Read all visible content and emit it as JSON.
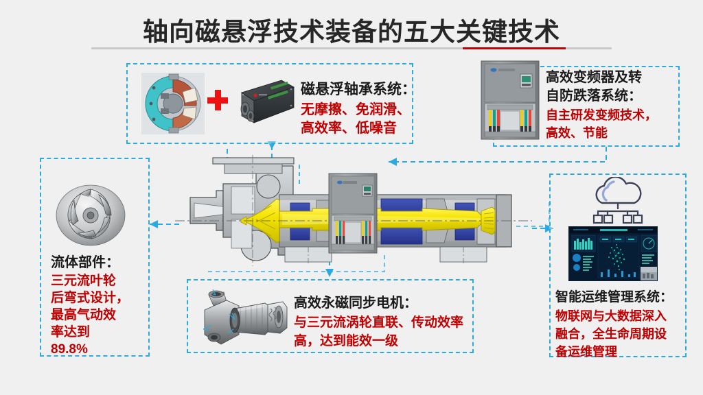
{
  "slide": {
    "title": "轴向磁悬浮技术装备的五大关键技术",
    "background_color": "#f0f0f0",
    "title_color": "#262626",
    "accent_color": "#c00000",
    "callout_border_color": "#29abe2",
    "connector_color": "#29abe2",
    "body_text_color": "#c00000",
    "heading_text_color": "#1a1a1a"
  },
  "callouts": [
    {
      "id": "magnetic-bearing-system",
      "heading": "磁悬浮轴承系统：",
      "body_lines": [
        "无摩擦、免润滑、",
        "高效率、低噪音"
      ],
      "images": [
        "magnetic-bearing-cross-section",
        "bearing-controller-unit"
      ],
      "separator_icon": "plus-icon"
    },
    {
      "id": "vfd-anti-drop-system",
      "heading_lines": [
        "高效变频器及转",
        "自防跌落系统："
      ],
      "body_lines": [
        "自主研发变频技术，",
        "高效、节能"
      ],
      "images": [
        "vfd-cabinet-photo"
      ]
    },
    {
      "id": "fluid-components",
      "heading": "流体部件：",
      "body_lines": [
        "三元流叶轮",
        "后弯式设计，",
        "最高气动效",
        "率达到",
        "89.8%"
      ],
      "images": [
        "impeller-3d-render"
      ],
      "value": "89.8%"
    },
    {
      "id": "pm-synchronous-motor",
      "heading": "高效永磁同步电机：",
      "body_lines": [
        "与三元流涡轮直联、传动效率",
        "高，达到能效一级"
      ],
      "images": [
        "motor-cutaway-render"
      ]
    },
    {
      "id": "smart-om-system",
      "heading": "智能运维管理系统：",
      "body_lines": [
        "物联网与大数据深入",
        "融合，全生命周期设",
        "备运维管理"
      ],
      "images": [
        "iot-cloud-icon",
        "monitoring-dashboard-screenshot"
      ]
    }
  ],
  "central_diagram": {
    "name": "axial-magnetic-levitation-compressor-cross-section",
    "parts": {
      "rotor_shaft_color": "#f2e500",
      "magnetic_bearing_color": "#2a3f9d",
      "housing_color": "#b8bcbe",
      "impeller": "yellow-3d-impeller",
      "overlay_image": "vfd-cabinet-overlay"
    }
  }
}
